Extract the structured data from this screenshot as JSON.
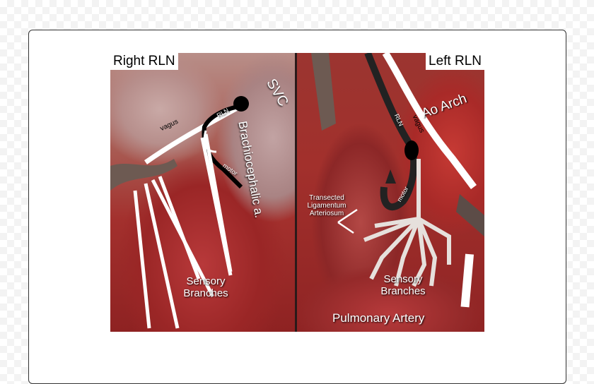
{
  "left_panel": {
    "title": "Right RLN",
    "labels": {
      "svc": "SVC",
      "brachiocephalic": "Brachiocephalic a.",
      "vagus": "vagus",
      "rln": "RLN",
      "motor": "motor",
      "sensory": "Sensory Branches"
    }
  },
  "right_panel": {
    "title": "Left RLN",
    "labels": {
      "ao_arch": "Ao Arch",
      "vagus": "vagus",
      "rln": "RLN",
      "motor": "motor",
      "ligamentum": "Transected Ligamentum Arteriosum",
      "sensory": "Sensory Branches",
      "pulmonary": "Pulmonary Artery"
    }
  },
  "colors": {
    "tissue": "#a3302d",
    "nerve_motor": "#000000",
    "nerve_vagus": "#ffffff",
    "sensory_left": "#ffffff",
    "sensory_right": "#e6e0dc"
  }
}
